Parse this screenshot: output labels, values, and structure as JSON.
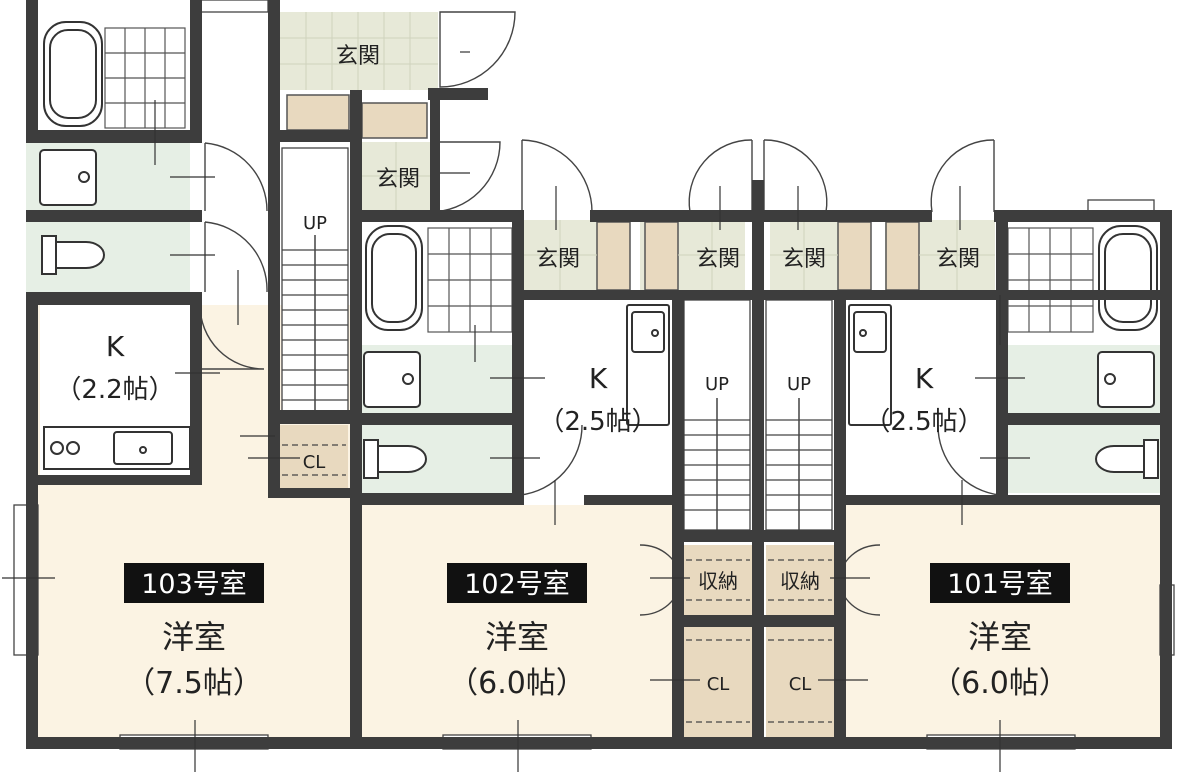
{
  "colors": {
    "wall": "#3d3d3d",
    "room_floor": "#fbf3e3",
    "wet_area": "#e6efe5",
    "entrance_tile": "#e7e9d8",
    "storage": "#e8d9bf",
    "badge": "#111111"
  },
  "units": [
    {
      "room_number": "103号室",
      "western_room": "洋室",
      "western_size": "（7.5帖）",
      "kitchen": "K",
      "kitchen_size": "（2.2帖）"
    },
    {
      "room_number": "102号室",
      "western_room": "洋室",
      "western_size": "（6.0帖）",
      "kitchen": "K",
      "kitchen_size": "（2.5帖）"
    },
    {
      "room_number": "101号室",
      "western_room": "洋室",
      "western_size": "（6.0帖）",
      "kitchen": "K",
      "kitchen_size": "（2.5帖）"
    }
  ],
  "labels": {
    "entrance": "玄関",
    "stairs_up": "UP",
    "closet": "CL",
    "storage": "収納"
  }
}
